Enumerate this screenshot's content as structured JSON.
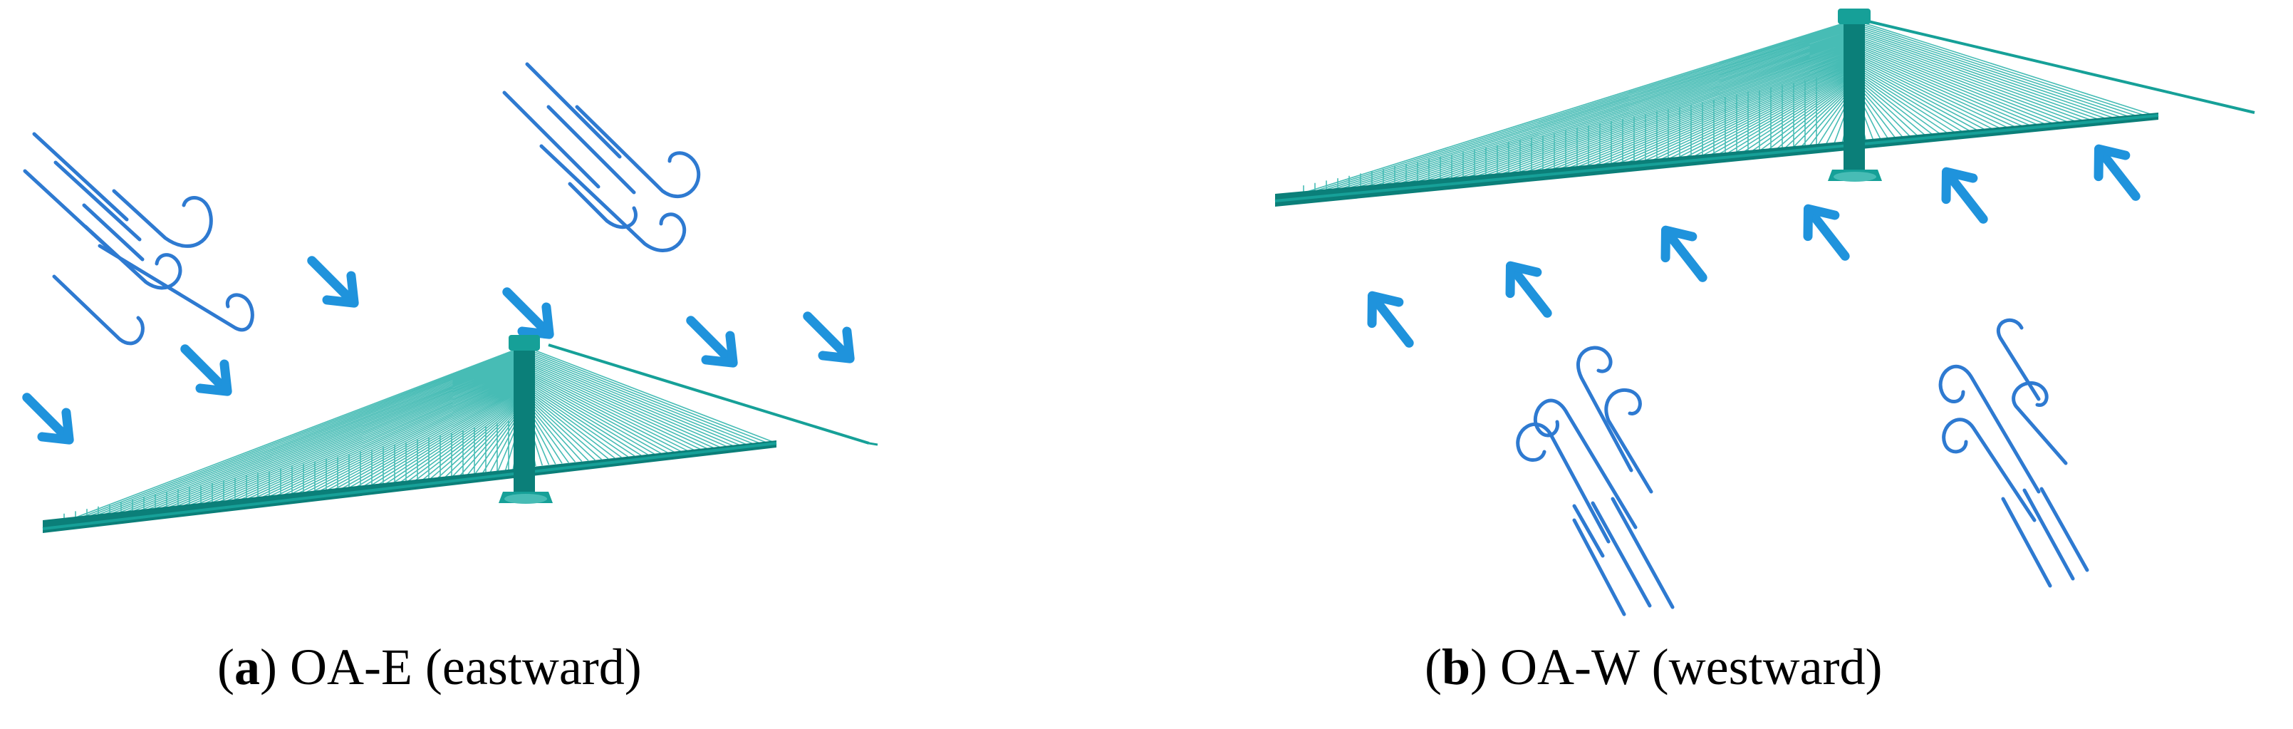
{
  "panels": [
    {
      "id": "a",
      "caption": {
        "open": "(",
        "letter": "a",
        "close": ")",
        "text": " OA-E (eastward)"
      },
      "wind_direction": "eastward"
    },
    {
      "id": "b",
      "caption": {
        "open": "(",
        "letter": "b",
        "close": ")",
        "text": " OA-W (westward)"
      },
      "wind_direction": "westward"
    }
  ],
  "colors": {
    "wind": "#1f93dc",
    "gust": "#2e7ad1",
    "bridge": "#16a098",
    "bridge_dark": "#0b7f79",
    "cable": "#47bcb5",
    "caption": "#000000"
  },
  "icons": {
    "arrow": "wind-arrow-icon",
    "gust": "wind-gust-icon",
    "bridge": "cable-stayed-bridge-icon"
  }
}
